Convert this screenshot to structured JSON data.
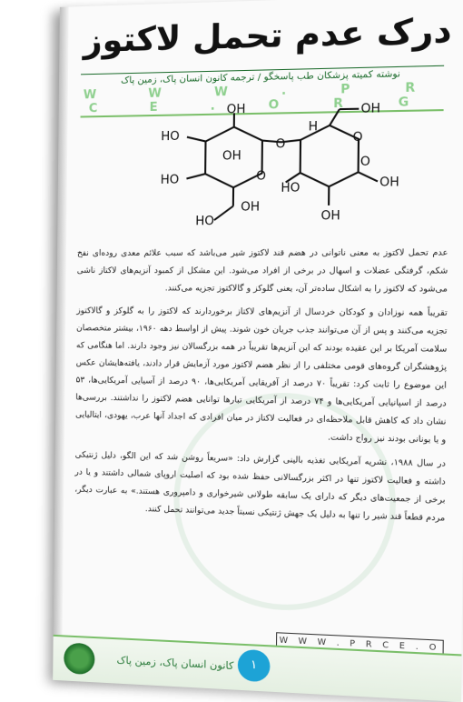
{
  "document": {
    "title": "درک عدم تحمل لاکتوز",
    "subtitle": "نوشته کمیته پزشکان طب پاسخگو / ترجمه کانون انسان پاک، زمین پاک",
    "url_top": "W W W . P R C E . O R G",
    "molecule_labels": [
      "OH",
      "HO",
      "OH",
      "HO",
      "O",
      "O",
      "HO",
      "OH",
      "H",
      "O",
      "HO",
      "OH",
      "O",
      "OH",
      "OH"
    ],
    "paragraphs": [
      "عدم تحمل لاکتوز به معنی ناتوانی در هضم قند لاکتوز شیر می‌باشد که سبب علائم معدی روده‌ای نفخ شکم، گرفتگی عضلات و اسهال در برخی از افراد می‌شود. این مشکل از کمبود آنزیم‌های لاکتاز ناشی می‌شود که لاکتوز را به اشکال ساده‌تر آن، یعنی گلوکز و گالاکتوز تجزیه می‌کنند.",
      "تقریباً همه نوزادان و کودکان خردسال از آنزیم‌های لاکتاز برخوردارند که لاکتوز را به گلوکز و گالاکتوز تجزیه می‌کنند و پس از آن می‌توانند جذب جریان خون شوند. پیش از اواسط دهه ۱۹۶۰، بیشتر متخصصان سلامت آمریکا بر این عقیده بودند که این آنزیم‌ها تقریباً در همه بزرگسالان نیز وجود دارند. اما هنگامی که پژوهشگران گروه‌های قومی مختلفی را از نظر هضم لاکتوز مورد آزمایش قرار دادند، یافته‌هایشان عکس این موضوع را ثابت کرد: تقریباً ۷۰ درصد از آفریقایی آمریکایی‌ها، ۹۰ درصد از آسیایی آمریکایی‌ها، ۵۳ درصد از اسپانیایی آمریکایی‌ها و ۷۴ درصد از آمریکایی تبارها توانایی هضم لاکتوز را نداشتند. بررسی‌ها نشان داد که کاهش قابل ملاحظه‌ای در فعالیت لاکتاز در میان افرادی که اجداد آنها عرب، یهودی، ایتالیایی و یا یونانی بودند نیز رواج داشت.",
      "در سال ۱۹۸۸، نشریه آمریکایی تغذیه بالینی گزارش داد: «سریعاً روشن شد که این الگو، دلیل ژنتیکی داشته و فعالیت لاکتوز تنها در اکثر بزرگسالانی حفظ شده بود که اصلیت اروپای شمالی داشتند و یا در برخی از جمعیت‌های دیگر که دارای یک سابقه طولانی شیرخواری و دامپروری هستند.» به عبارت دیگر، مردم قطعاً قند شیر را تنها به دلیل یک جهش ژنتیکی نسبتاً جدید می‌توانند تحمل کنند."
    ],
    "url_bottom": "W W W . P R C E . O R G",
    "footer_name": "کانون انسان پاک، زمین پاک",
    "page_number": "۱"
  }
}
